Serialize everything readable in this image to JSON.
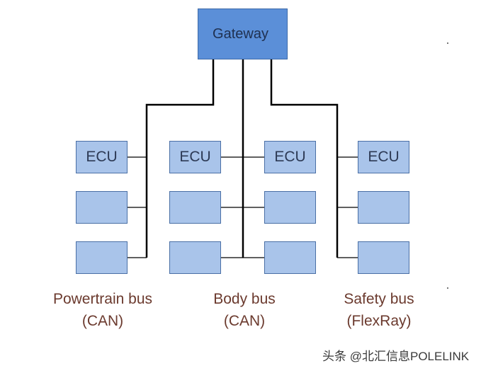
{
  "diagram": {
    "gateway_label": "Gateway",
    "ecu_label": "ECU",
    "buses": [
      {
        "line1": "Powertrain bus",
        "line2": "(CAN)"
      },
      {
        "line1": "Body bus",
        "line2": "(CAN)"
      },
      {
        "line1": "Safety bus",
        "line2": "(FlexRay)"
      }
    ]
  },
  "watermark": "头条 @北汇信息POLELINK",
  "colors": {
    "gateway_fill": "#5b8fd8",
    "ecu_fill": "#a9c4ea",
    "line": "#000000",
    "label_text": "#6b3a2e"
  }
}
